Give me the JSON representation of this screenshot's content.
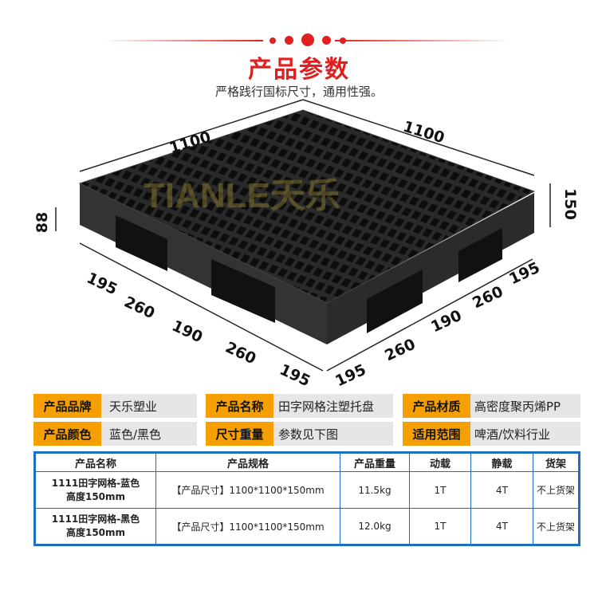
{
  "header": {
    "title": "产品参数",
    "subtitle": "严格践行国标尺寸，通用性强。",
    "accent": "#e02020"
  },
  "diagram": {
    "watermark": "TIANLE天乐",
    "dims": {
      "length_left": "1100",
      "length_right": "1100",
      "side_height": "88",
      "total_height": "150",
      "left_segments": [
        "195",
        "260",
        "190",
        "260",
        "195"
      ],
      "right_segments": [
        "195",
        "260",
        "190",
        "260",
        "195"
      ]
    }
  },
  "info": [
    {
      "key": "产品品牌",
      "value": "天乐塑业"
    },
    {
      "key": "产品名称",
      "value": "田字网格注塑托盘"
    },
    {
      "key": "产品材质",
      "value": "高密度聚丙烯PP"
    },
    {
      "key": "产品颜色",
      "value": "蓝色/黑色"
    },
    {
      "key": "尺寸重量",
      "value": "参数见下图"
    },
    {
      "key": "适用范围",
      "value": "啤酒/饮料行业"
    }
  ],
  "table": {
    "headers": [
      "产品名称",
      "产品规格",
      "产品重量",
      "动载",
      "静载",
      "货架"
    ],
    "rows": [
      {
        "name1": "1111田字网格-蓝色",
        "name2": "高度150mm",
        "spec": "【产品尺寸】1100*1100*150mm",
        "weight": "11.5kg",
        "dynamic": "1T",
        "static": "4T",
        "rack": "不上货架"
      },
      {
        "name1": "1111田字网格-黑色",
        "name2": "高度150mm",
        "spec": "【产品尺寸】1100*1100*150mm",
        "weight": "12.0kg",
        "dynamic": "1T",
        "static": "4T",
        "rack": "不上货架"
      }
    ]
  }
}
